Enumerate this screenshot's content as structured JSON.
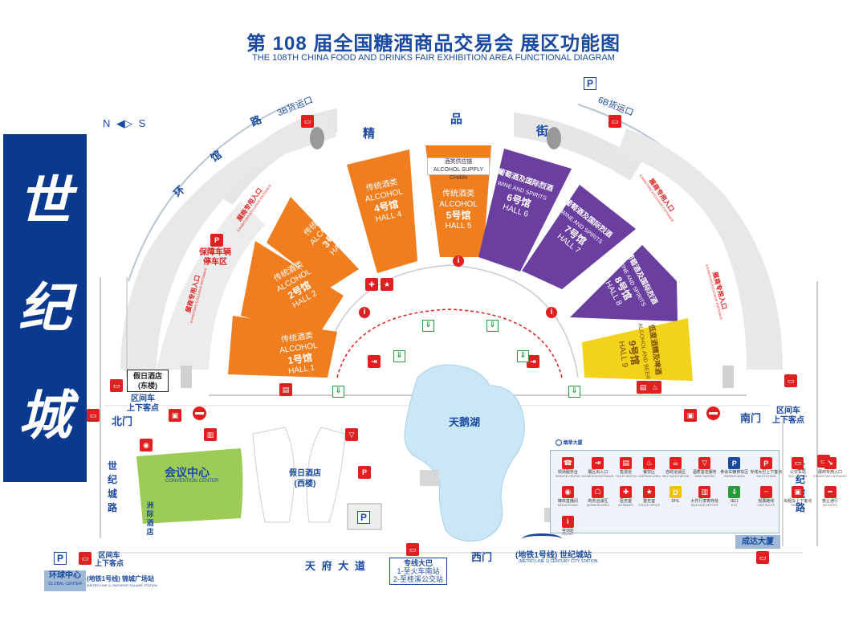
{
  "title": {
    "cn": "第 108 届全国糖酒商品交易会  展区功能图",
    "en": "THE 108TH CHINA FOOD AND DRINKS FAIR  EXHIBITION AREA FUNCTIONAL DIAGRAM"
  },
  "side_banner": [
    "世",
    "纪",
    "城"
  ],
  "compass": {
    "n": "N",
    "s": "S"
  },
  "roads": {
    "ring_road": [
      "环",
      "馆",
      "路"
    ],
    "product_street": [
      "精",
      "品",
      "街"
    ],
    "shiji_cheng_road": [
      "世",
      "纪",
      "城",
      "路"
    ],
    "tianfu_avenue": "天 府 大 道"
  },
  "loading_ports": {
    "west": "3B货运口",
    "east": "6B货运口"
  },
  "halls": [
    {
      "id": "hall1",
      "cn_type": "传统酒类",
      "en_type": "ALCOHOL",
      "cn_num": "1号馆",
      "en_num": "HALL 1",
      "color": "#f07d1e"
    },
    {
      "id": "hall2",
      "cn_type": "传统酒类",
      "en_type": "ALCOHOL",
      "cn_num": "2号馆",
      "en_num": "HALL 2",
      "color": "#f07d1e"
    },
    {
      "id": "hall3",
      "cn_type": "传统酒类",
      "en_type": "ALCOHOL",
      "cn_num": "3号馆",
      "en_num": "HALL 3",
      "color": "#f07d1e"
    },
    {
      "id": "hall4",
      "cn_type": "传统酒类",
      "en_type": "ALCOHOL",
      "cn_num": "4号馆",
      "en_num": "HALL 4",
      "color": "#f07d1e"
    },
    {
      "id": "hall5",
      "cn_type": "传统酒类",
      "en_type": "ALCOHOL",
      "cn_num": "5号馆",
      "en_num": "HALL 5",
      "color": "#f07d1e"
    },
    {
      "id": "hall6",
      "cn_type": "葡萄酒及国际烈酒",
      "en_type": "WINE AND SPIRITS",
      "cn_num": "6号馆",
      "en_num": "HALL 6",
      "color": "#6a3fa0"
    },
    {
      "id": "hall7",
      "cn_type": "葡萄酒及国际烈酒",
      "en_type": "WINE AND SPIRITS",
      "cn_num": "7号馆",
      "en_num": "HALL 7",
      "color": "#6a3fa0"
    },
    {
      "id": "hall8",
      "cn_type": "葡萄酒及国际烈酒",
      "en_type": "WINE AND SPIRITS",
      "cn_num": "8号馆",
      "en_num": "HALL 8",
      "color": "#6a3fa0"
    },
    {
      "id": "hall9",
      "cn_type": "低度酒精及啤酒",
      "en_type": "ALCOHOL AND BEER",
      "cn_num": "9号馆",
      "en_num": "HALL 9",
      "color": "#f2d21a"
    }
  ],
  "supply_chain": {
    "cn": "酒类供应链",
    "en": "ALCOHOL SUPPLY CHAIN"
  },
  "entrances": {
    "exclusive_cn": "展商专用入口",
    "exclusive_en": "EXHIBITORS EXCLUSIVE ENTRANCE"
  },
  "parking_guarantee": [
    "保障车辆",
    "停车区"
  ],
  "gates": {
    "north": "北门",
    "south": "南门",
    "west": "西门"
  },
  "shuttle_stop": [
    "区间车",
    "上下客点"
  ],
  "lake": "天鹅湖",
  "buildings": {
    "holiday_inn_east": [
      "假日酒店",
      "(东楼)"
    ],
    "holiday_inn_west": [
      "假日酒店",
      "(西楼)"
    ],
    "convention_cn": "会议中心",
    "convention_en": "CONVENTION CENTER",
    "intercontinental": [
      "洲",
      "际",
      "酒",
      "店"
    ],
    "tobacco_building": "烟草大厦",
    "chengda_building": "成达大厦",
    "global_center_cn": "环球中心",
    "global_center_en": "GLOBAL CENTER"
  },
  "metro": {
    "century_city_cn": "(地铁1号线) 世纪城站",
    "century_city_en": "(METRO LINE 1)   CENTURY CITY STATION",
    "jincheng_cn": "(地铁1号线) 锦城广场站",
    "jincheng_en": "(METRO LINE 1)   JINCHENG SQUARE STATION"
  },
  "bus": {
    "title": "专线大巴",
    "routes": [
      "1-至火车南站",
      "2-至桂溪公交站"
    ]
  },
  "legend": [
    {
      "cn": "现场服务台",
      "en": "SERVICE CENTER",
      "icon": "service-desk-icon",
      "color": "#e02020",
      "glyph": "☎"
    },
    {
      "cn": "展区出入口",
      "en": "EXHIBITION ENTRANCE",
      "icon": "entrance-icon",
      "color": "#e02020",
      "glyph": "⇥"
    },
    {
      "cn": "售票处",
      "en": "TICKET BOOTH",
      "icon": "ticket-icon",
      "color": "#e02020",
      "glyph": "▤"
    },
    {
      "cn": "餐饮区",
      "en": "CATERING AREA",
      "icon": "catering-icon",
      "color": "#e02020",
      "glyph": "♨"
    },
    {
      "cn": "自助洽谈区",
      "en": "SELF NEGOTIATION",
      "icon": "negotiation-icon",
      "color": "#e02020",
      "glyph": "☕"
    },
    {
      "cn": "酒质鉴定服务",
      "en": "WINE TASTING",
      "icon": "tasting-icon",
      "color": "#e02020",
      "glyph": "▽"
    },
    {
      "cn": "参会车辆停车区",
      "en": "PARKING AREA",
      "icon": "parking-icon",
      "color": "#1a4aa0",
      "glyph": "P"
    },
    {
      "cn": "专线大巴上下客点",
      "en": "SHUTTLE BUS",
      "icon": "bus-stop-icon",
      "color": "#e02020",
      "glyph": "P"
    },
    {
      "cn": "公交车站",
      "en": "BUS STATION",
      "icon": "bus-icon",
      "color": "#e02020",
      "glyph": "▭"
    },
    {
      "cn": "展商专用入口",
      "en": "EXHIBITORS ENTRANCE",
      "icon": "exhibitor-entry-icon",
      "color": "#e02020",
      "glyph": "↘"
    },
    {
      "cn": "媒体直播间",
      "en": "MEDIA STUDIO",
      "icon": "media-icon",
      "color": "#e02020",
      "glyph": "◉"
    },
    {
      "cn": "商务洽谈区",
      "en": "BUSINESS AREA",
      "icon": "business-icon",
      "color": "#e02020",
      "glyph": "☖"
    },
    {
      "cn": "医务室",
      "en": "INFIRMARY",
      "icon": "first-aid-icon",
      "color": "#e02020",
      "glyph": "✚"
    },
    {
      "cn": "警务室",
      "en": "POLICE OFFICE",
      "icon": "police-icon",
      "color": "#e02020",
      "glyph": "★"
    },
    {
      "cn": "DHL",
      "en": "",
      "icon": "dhl-icon",
      "color": "#f2c200",
      "glyph": "D"
    },
    {
      "cn": "大件行李寄存处",
      "en": "BAGGAGE DEPOSIT",
      "icon": "baggage-icon",
      "color": "#e02020",
      "glyph": "▥"
    },
    {
      "cn": "出口",
      "en": "EXIT",
      "icon": "exit-icon",
      "color": "#2a9a3a",
      "glyph": "⇓"
    },
    {
      "cn": "观展路线",
      "en": "VISIT ROUTE",
      "icon": "route-icon",
      "color": "#e02020",
      "glyph": "┄"
    },
    {
      "cn": "出租车上下客点",
      "en": "TAXI STOP",
      "icon": "taxi-icon",
      "color": "#e02020",
      "glyph": "▣"
    },
    {
      "cn": "禁止通行",
      "en": "NO ENTRY",
      "icon": "no-entry-icon",
      "color": "#e02020",
      "glyph": "━"
    },
    {
      "cn": "咨询处",
      "en": "INQUIRY",
      "icon": "info-icon",
      "color": "#e02020",
      "glyph": "i"
    }
  ]
}
